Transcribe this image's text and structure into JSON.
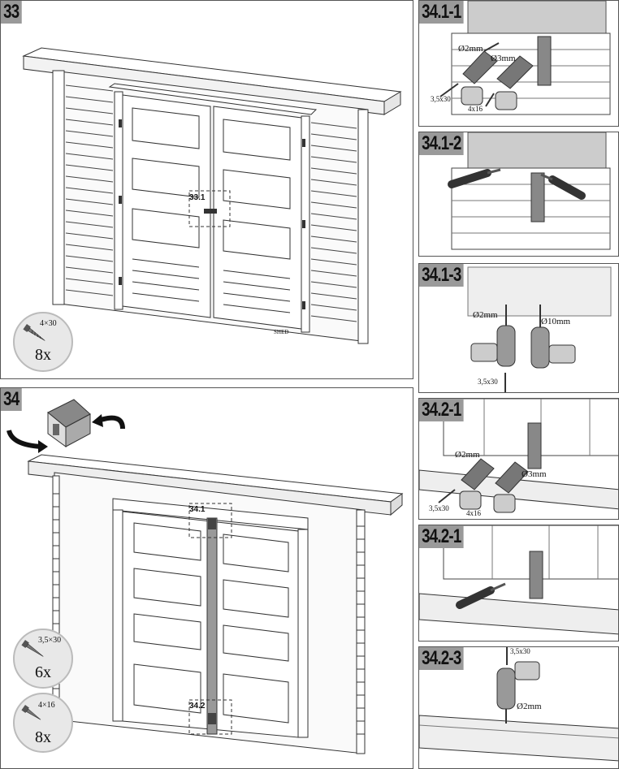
{
  "steps": {
    "s33": {
      "label": "33",
      "callout": "33.1",
      "fastener": {
        "spec": "4×30",
        "count": "8x",
        "icon": "screw-icon"
      },
      "stamp": "SHED"
    },
    "s34": {
      "label": "34",
      "callout_top": "34.1",
      "callout_bottom": "34.2",
      "fasteners": [
        {
          "spec": "3,5×30",
          "count": "6x",
          "icon": "screw-icon"
        },
        {
          "spec": "4×16",
          "count": "8x",
          "icon": "screw-icon"
        }
      ],
      "rotate_icon": "rotate-shed-icon"
    },
    "s3411": {
      "label": "34.1-1",
      "drill_small": "Ø2mm",
      "drill_large": "Ø3mm",
      "screw_a": "3,5x30",
      "screw_b": "4x16"
    },
    "s3412": {
      "label": "34.1-2"
    },
    "s3413": {
      "label": "34.1-3",
      "drill_small": "Ø2mm",
      "drill_large": "Ø10mm",
      "screw": "3,5x30"
    },
    "s3421": {
      "label": "34.2-1",
      "drill_small": "Ø2mm",
      "drill_large": "Ø3mm",
      "screw_a": "3,5x30",
      "screw_b": "4x16"
    },
    "s3422": {
      "label": "34.2-1"
    },
    "s3423": {
      "label": "34.2-3",
      "screw": "3,5x30",
      "drill_small": "Ø2mm"
    }
  }
}
